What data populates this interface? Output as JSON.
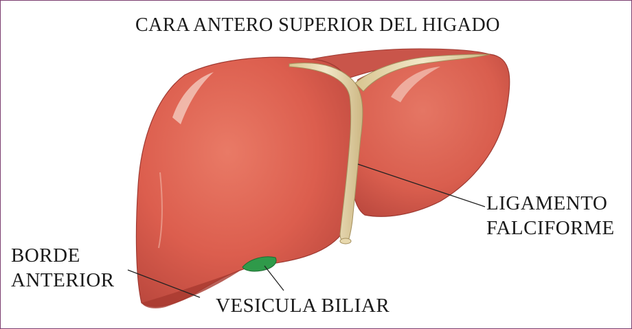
{
  "title": "CARA ANTERO SUPERIOR DEL HIGADO",
  "labels": {
    "ligamento_line1": "LIGAMENTO",
    "ligamento_line2": "FALCIFORME",
    "borde_line1": "BORDE",
    "borde_line2": "ANTERIOR",
    "vesicula": "VESICULA BILIAR"
  },
  "colors": {
    "liver": "#dd6252",
    "liver_dark": "#b9433a",
    "ligament": "#eadbb3",
    "gallbladder": "#2f9a4a",
    "frame": "#7a3d6f"
  }
}
